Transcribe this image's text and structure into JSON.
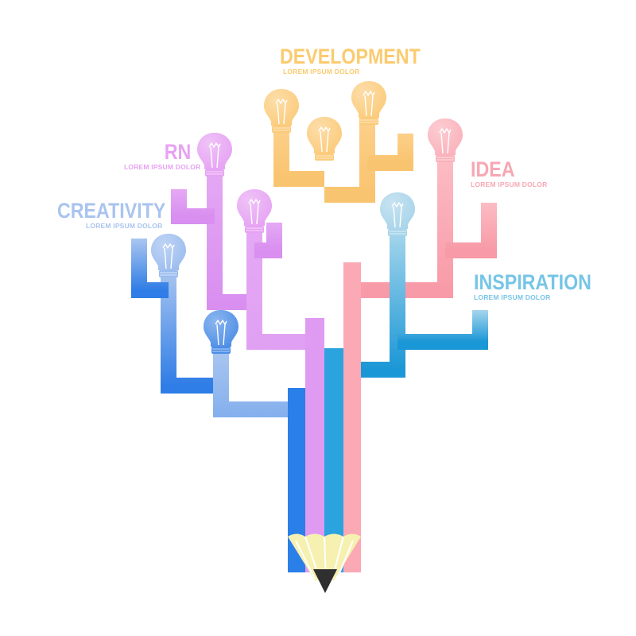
{
  "colors": {
    "blue": "#3f86e8",
    "violet": "#de9bf2",
    "orange": "#fbcb83",
    "pink": "#fbb2bb",
    "cyan": "#56bde2",
    "tip_wood": "#f7f0a8",
    "tip_lead": "#333333"
  },
  "branches": [
    {
      "key": "development",
      "title": "DEVELOPMENT",
      "subtitle": "LOREM IPSUM DOLOR",
      "color": "#fbcb6f"
    },
    {
      "key": "rn",
      "title": "RN",
      "subtitle": "LOREM IPSUM DOLOR",
      "color": "#e7a3f3"
    },
    {
      "key": "idea",
      "title": "IDEA",
      "subtitle": "LOREM IPSUM DOLOR",
      "color": "#f7a7b3"
    },
    {
      "key": "creativity",
      "title": "CREATIVITY",
      "subtitle": "LOREM IPSUM DOLOR",
      "color": "#a9c4ef"
    },
    {
      "key": "inspiration",
      "title": "INSPIRATION",
      "subtitle": "LOREM IPSUM DOLOR",
      "color": "#76c5e6"
    }
  ],
  "icons": {
    "bulb": "light-bulb-icon",
    "pencil": "pencil-icon"
  }
}
